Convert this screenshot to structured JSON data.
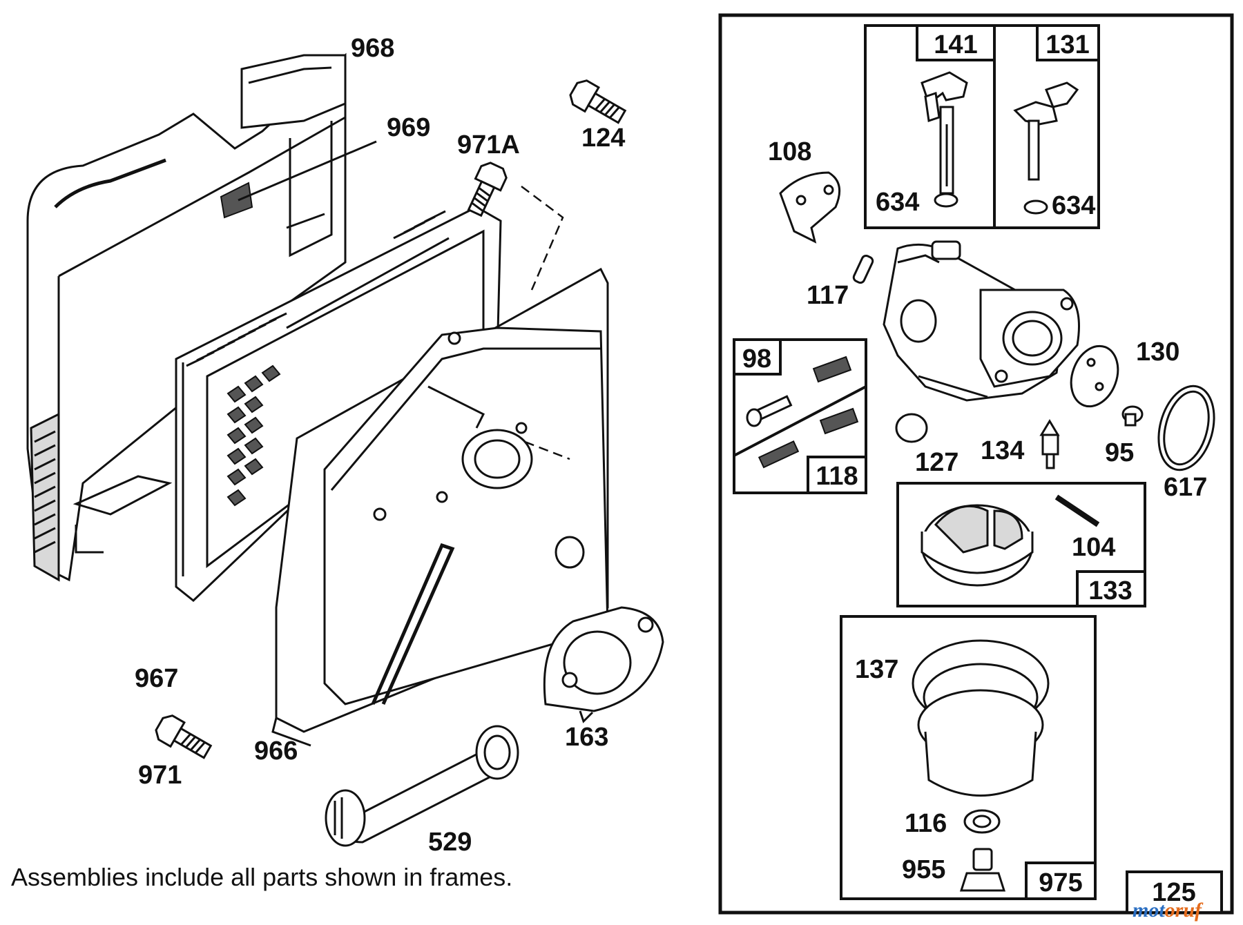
{
  "parts": {
    "p968": "968",
    "p969": "969",
    "p971A": "971A",
    "p124": "124",
    "p967": "967",
    "p966": "966",
    "p971": "971",
    "p163": "163",
    "p529": "529",
    "p108": "108",
    "p117": "117",
    "p634a": "634",
    "p634b": "634",
    "p130": "130",
    "p127": "127",
    "p134": "134",
    "p95": "95",
    "p617": "617",
    "p104": "104",
    "p137": "137",
    "p116": "116",
    "p955": "955"
  },
  "boxes": {
    "b141": "141",
    "b131": "131",
    "b98": "98",
    "b118": "118",
    "b133": "133",
    "b975": "975",
    "b125": "125"
  },
  "note": "Assemblies include all parts shown in frames.",
  "watermark": "motoruf"
}
